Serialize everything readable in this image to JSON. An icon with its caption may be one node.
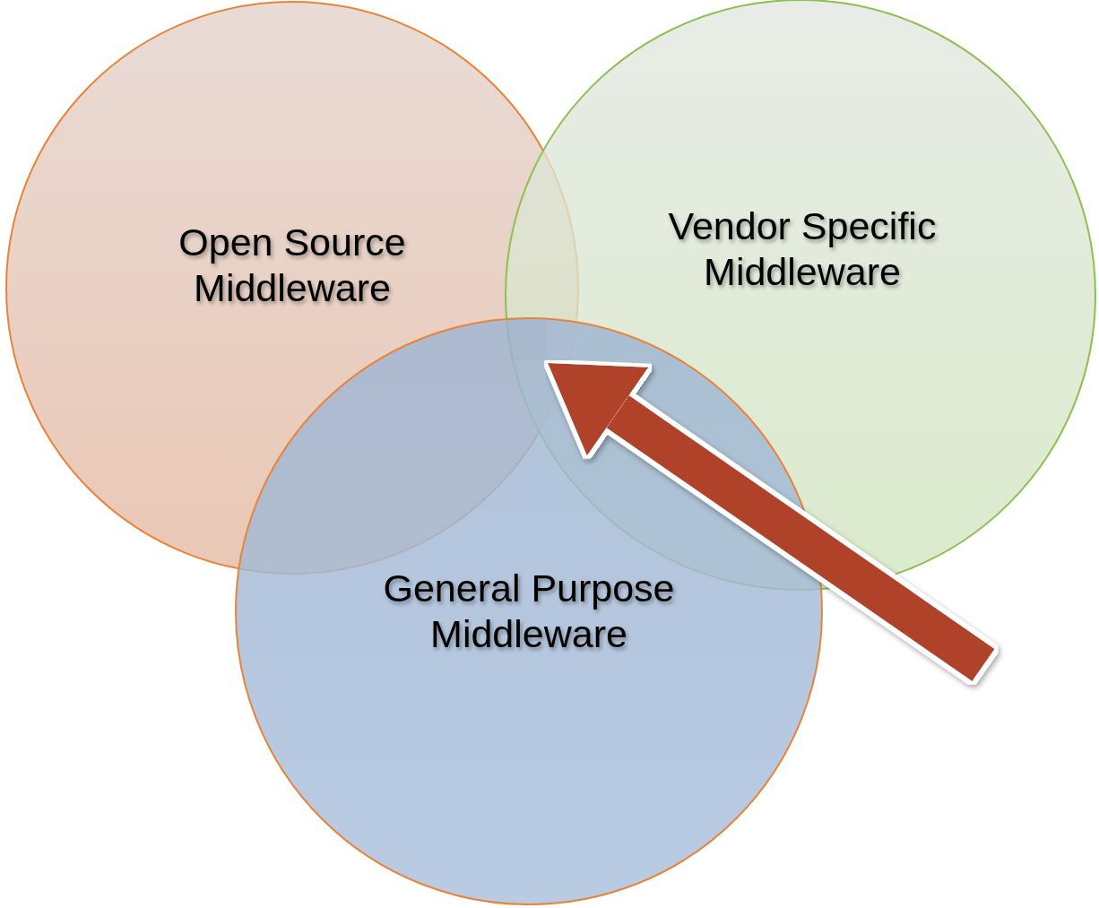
{
  "diagram": {
    "nodes": [
      {
        "text": [
          "Open Source Middleware"
        ]
      },
      {
        "text": [
          "Vendor Specific Middleware"
        ]
      },
      {
        "text": [
          "General Purpose Middleware"
        ]
      },
      {
        "text": [],
        "shape": "overlap"
      }
    ],
    "edges": [
      {
        "from": null,
        "to": 3,
        "arrow": "to"
      }
    ]
  }
}
